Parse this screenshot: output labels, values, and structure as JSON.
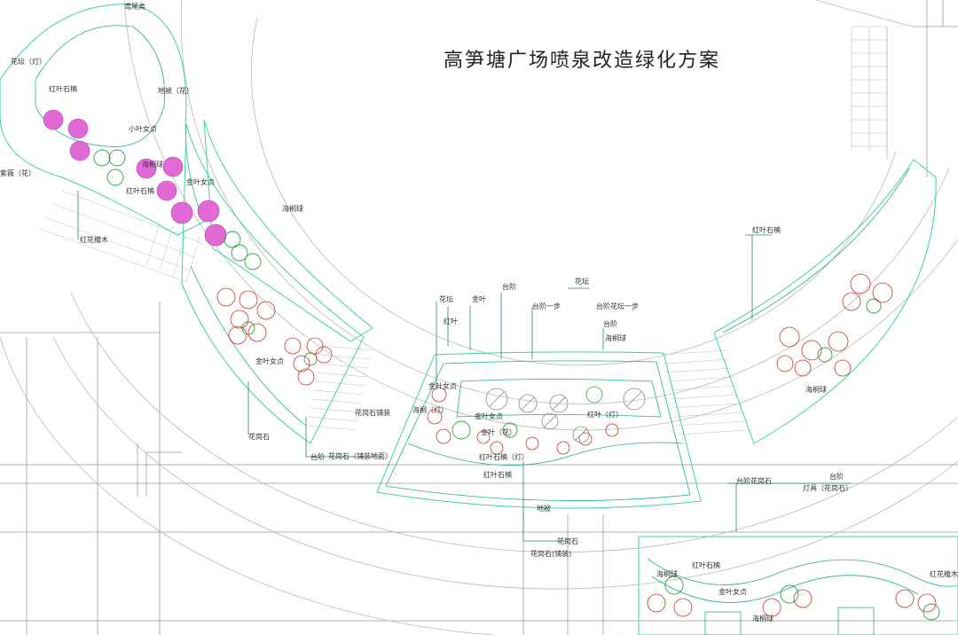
{
  "title": "高笋塘广场喷泉改造绿化方案",
  "labels": {
    "top_left_a": "鸢尾类",
    "top_left_b": "花坛（灯）",
    "top_left_c": "红叶石楠",
    "top_left_d": "地被（花）",
    "top_left_e": "小叶女贞",
    "left_a": "海桐球",
    "left_b": "红叶石楠",
    "left_c": "金叶女贞",
    "left_d": "红花檵木",
    "left_side": "紫薇（花）",
    "left_lower": "花岗石",
    "mid_a": "金叶女贞",
    "mid_b": "海桐球",
    "mid_c": "台阶",
    "mid_d": "花岗石铺装",
    "mid_e": "花岗石（铺装地面）",
    "center_top1": "花坛",
    "center_top2": "金叶",
    "center_top3": "台阶",
    "center_top4": "花坛",
    "center_top5": "台阶一步",
    "center_top6": "台阶花坛一步",
    "center_a": "红叶",
    "center_b": "台阶",
    "fount_a": "金叶女贞",
    "fount_b": "海桐（灯）",
    "fount_c": "金叶女贞",
    "fount_d": "金叶（花）",
    "fount_e": "红叶石楠（灯）",
    "fount_f": "红叶（灯）",
    "fount_g": "红叶石楠",
    "fount_h": "海桐球",
    "fount_bottom": "地被",
    "fount_dim1": "花岗石",
    "fount_dim2": "花岗石(铺装)",
    "right_top": "红叶石楠",
    "right_mid": "海桐球",
    "right_low1": "台阶花岗石",
    "right_low2": "灯具（花岗石）",
    "right_low3": "台阶",
    "bottom_a": "海桐球",
    "bottom_b": "红叶石楠",
    "bottom_c": "金叶女贞",
    "bottom_d": "海桐球",
    "bottom_e": "红花檵木"
  }
}
